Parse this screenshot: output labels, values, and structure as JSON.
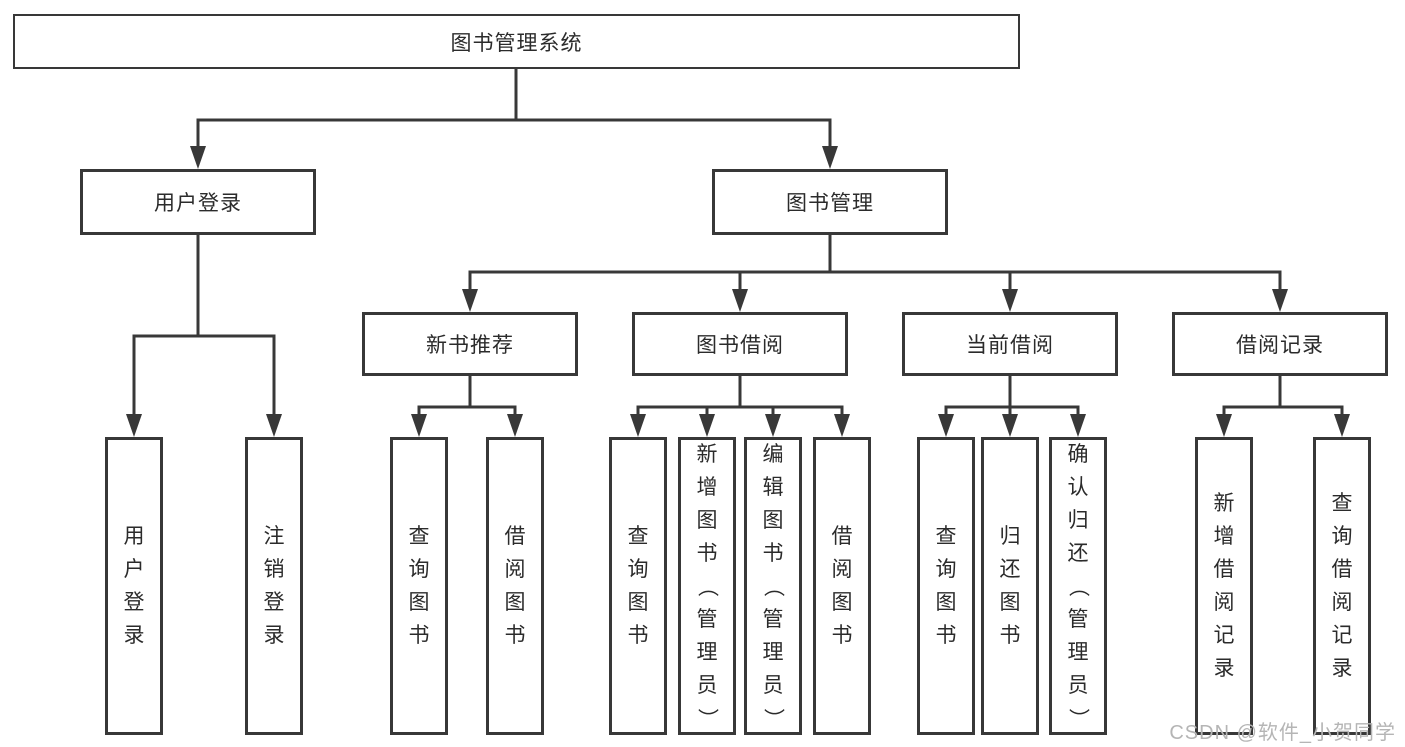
{
  "tree": {
    "root": {
      "label": "图书管理系统"
    },
    "branches": [
      {
        "label": "用户登录",
        "children": [
          "用户登录",
          "注销登录"
        ]
      },
      {
        "label": "图书管理",
        "children": [
          {
            "label": "新书推荐",
            "children": [
              "查询图书",
              "借阅图书"
            ]
          },
          {
            "label": "图书借阅",
            "children": [
              "查询图书",
              "新增图书（管理员）",
              "编辑图书（管理员）",
              "借阅图书"
            ]
          },
          {
            "label": "当前借阅",
            "children": [
              "查询图书",
              "归还图书",
              "确认归还（管理员）"
            ]
          },
          {
            "label": "借阅记录",
            "children": [
              "新增借阅记录",
              "查询借阅记录"
            ]
          }
        ]
      }
    ]
  },
  "watermark": "CSDN @软件_小贺同学",
  "colors": {
    "line": "#383838",
    "text": "#2b2b2b",
    "watermark": "#b5b5b5",
    "background": "#ffffff"
  }
}
